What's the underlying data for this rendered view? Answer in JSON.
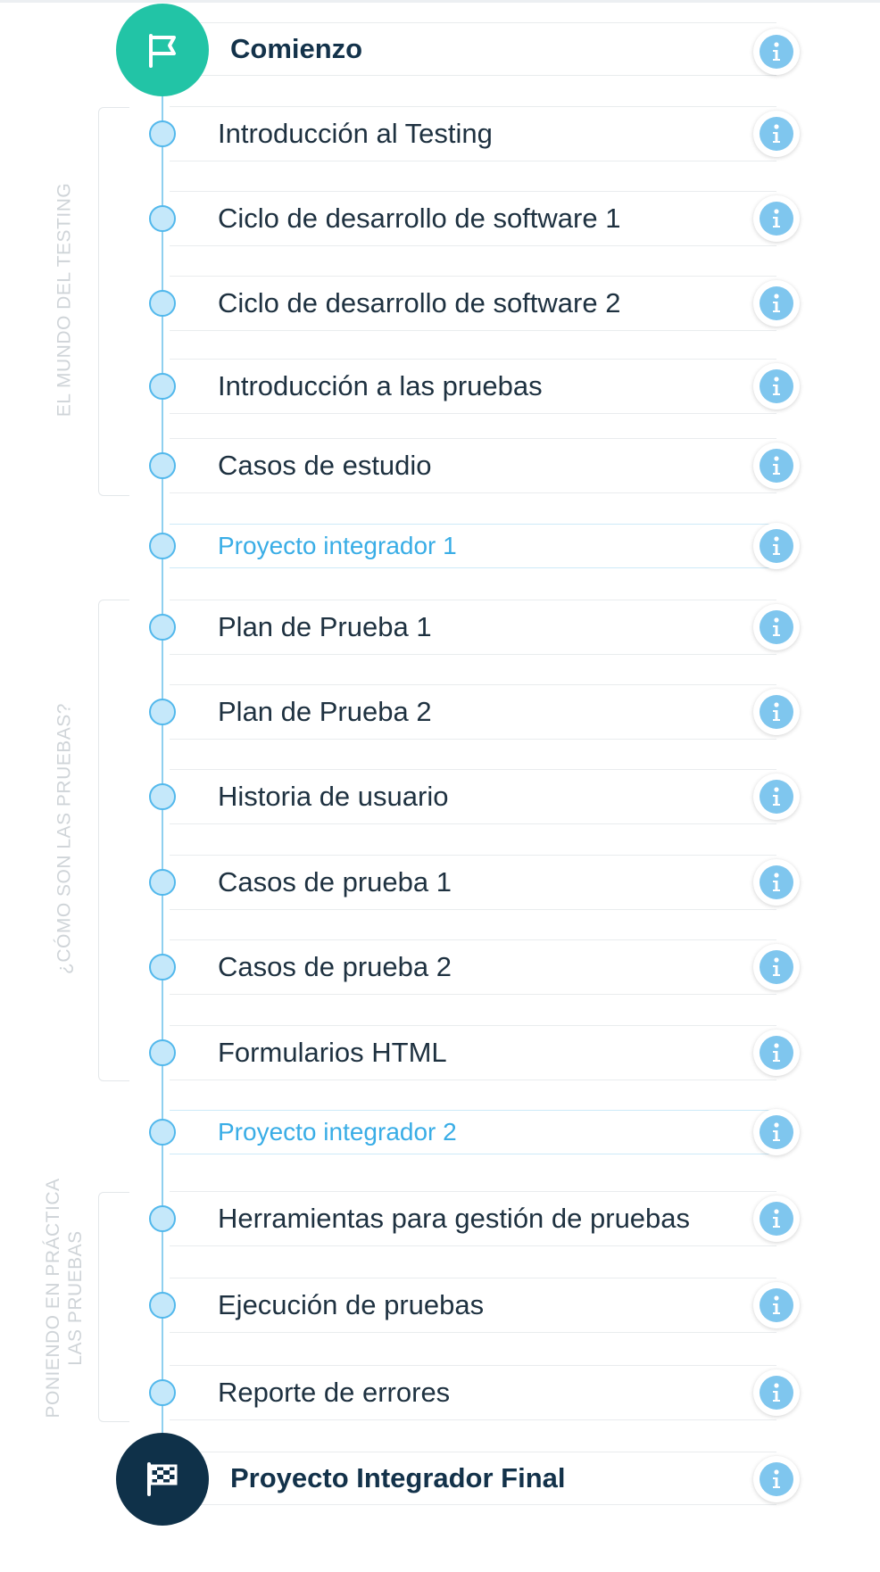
{
  "sections": [
    {
      "label": "EL MUNDO DEL TESTING"
    },
    {
      "label": "¿CÓMO SON LAS PRUEBAS?"
    },
    {
      "label_line1": "PONIENDO EN PRÁCTICA",
      "label_line2": "LAS PRUEBAS"
    }
  ],
  "start": {
    "label": "Comienzo",
    "icon": "flag-icon"
  },
  "modules": [
    {
      "label": "Introducción al Testing",
      "type": "lesson"
    },
    {
      "label": "Ciclo de desarrollo de software 1",
      "type": "lesson"
    },
    {
      "label": "Ciclo de desarrollo de software 2",
      "type": "lesson"
    },
    {
      "label": "Introducción a las pruebas",
      "type": "lesson"
    },
    {
      "label": "Casos de estudio",
      "type": "lesson"
    },
    {
      "label": "Proyecto integrador 1",
      "type": "project"
    },
    {
      "label": "Plan de Prueba 1",
      "type": "lesson"
    },
    {
      "label": "Plan de Prueba 2",
      "type": "lesson"
    },
    {
      "label": "Historia de usuario",
      "type": "lesson"
    },
    {
      "label": "Casos de prueba 1",
      "type": "lesson"
    },
    {
      "label": "Casos de prueba 2",
      "type": "lesson"
    },
    {
      "label": "Formularios HTML",
      "type": "lesson"
    },
    {
      "label": "Proyecto integrador 2",
      "type": "project"
    },
    {
      "label": "Herramientas para gestión de pruebas",
      "type": "lesson"
    },
    {
      "label": "Ejecución de pruebas",
      "type": "lesson"
    },
    {
      "label": "Reporte de errores",
      "type": "lesson"
    }
  ],
  "finish": {
    "label": "Proyecto Integrador Final",
    "icon": "checkered-flag-icon"
  },
  "info_icon": "info-icon",
  "colors": {
    "start_circle": "#22c4a6",
    "finish_circle": "#0f3149",
    "accent": "#39ade6",
    "info": "#7fc6ee",
    "text": "#1e3140"
  }
}
